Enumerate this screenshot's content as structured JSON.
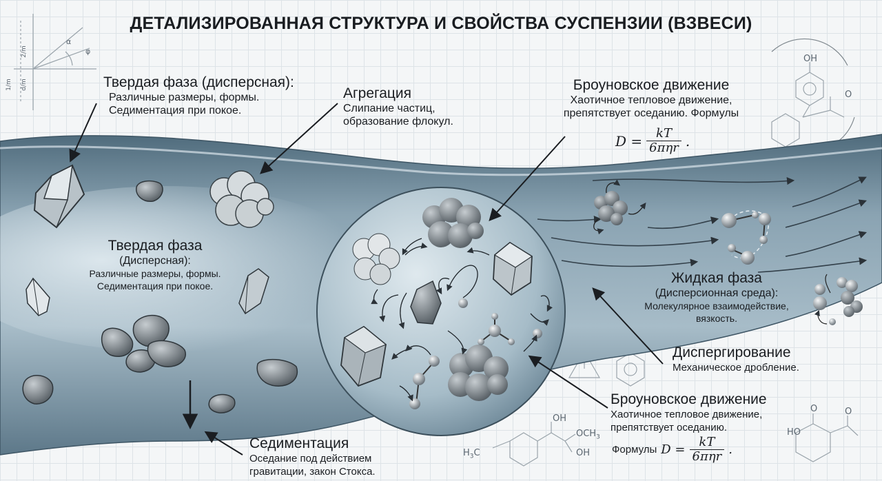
{
  "title": "ДЕТАЛИЗИРОВАННАЯ СТРУКТУРА И СВОЙСТВА СУСПЕНЗИИ (ВЗВЕСИ)",
  "solid_phase_top": {
    "heading": "Твердая фаза (дисперсная):",
    "lines": [
      "Различные размеры, формы.",
      "Седиментация при покое."
    ]
  },
  "aggregation": {
    "heading": "Агрегация",
    "lines": [
      "Слипание частиц,",
      "образование флокул."
    ]
  },
  "brownian_top": {
    "heading": "Броуновское движение",
    "lines": [
      "Хаотичное тепловое движение,",
      "препятствует оседанию. Формулы"
    ],
    "formula": {
      "lhs": "D =",
      "num": "kT",
      "den": "6πηr",
      "tail": "."
    }
  },
  "solid_phase_mid": {
    "heading": "Твердая фаза",
    "sub": "(Дисперсная):",
    "lines": [
      "Различные размеры, формы.",
      "Седиментация при покое."
    ]
  },
  "liquid_phase": {
    "heading": "Жидкая фаза",
    "sub": "(Дисперсионная среда):",
    "lines": [
      "Молекулярное взаимодействие,",
      "вязкость."
    ]
  },
  "dispersion": {
    "heading": "Диспергирование",
    "line": "Механическое дробление."
  },
  "brownian_bottom": {
    "heading": "Броуновское движение",
    "lines": [
      "Хаотичное тепловое движение,",
      "препятствует оседанию."
    ],
    "formula_prefix": "Формулы",
    "formula": {
      "lhs": "D =",
      "num": "kT",
      "den": "6πηr",
      "tail": "."
    }
  },
  "sedimentation": {
    "heading": "Седиментация",
    "lines": [
      "Оседание под действием",
      "гравитации, закон Стокса."
    ]
  },
  "background_chem": {
    "oh_top": "OH",
    "oh_a": "OH",
    "och3": "OCH",
    "och3_sub": "3",
    "oh_b": "OH",
    "h3c": "H",
    "h3c_sub": "3",
    "h3c_c": "C",
    "ho": "HO",
    "o_right": "O",
    "o_ring": "O",
    "o_ring2": "O",
    "phi": "φ",
    "alpha": "α",
    "dim_2m": "2/m",
    "dim_1m": "1/m",
    "dim_dm": "d/m"
  },
  "colors": {
    "liquid_dark": "#6f8a9b",
    "liquid_light": "#b9ccd7",
    "sphere": "#a9bfcc",
    "text": "#1a1d21",
    "particle": "#8a9196"
  }
}
